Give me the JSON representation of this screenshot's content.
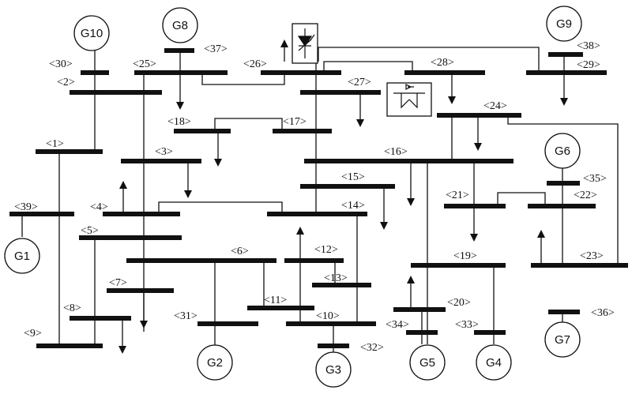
{
  "diagram": {
    "buses": [
      {
        "id": "2",
        "label": "<2>"
      },
      {
        "id": "1",
        "label": "<1>"
      },
      {
        "id": "3",
        "label": "<3>"
      },
      {
        "id": "4",
        "label": "<4>"
      },
      {
        "id": "5",
        "label": "<5>"
      },
      {
        "id": "6",
        "label": "<6>"
      },
      {
        "id": "7",
        "label": "<7>"
      },
      {
        "id": "8",
        "label": "<8>"
      },
      {
        "id": "9",
        "label": "<9>"
      },
      {
        "id": "10",
        "label": "<10>"
      },
      {
        "id": "11",
        "label": "<11>"
      },
      {
        "id": "12",
        "label": "<12>"
      },
      {
        "id": "13",
        "label": "<13>"
      },
      {
        "id": "14",
        "label": "<14>"
      },
      {
        "id": "15",
        "label": "<15>"
      },
      {
        "id": "16",
        "label": "<16>"
      },
      {
        "id": "17",
        "label": "<17>"
      },
      {
        "id": "18",
        "label": "<18>"
      },
      {
        "id": "19",
        "label": "<19>"
      },
      {
        "id": "20",
        "label": "<20>"
      },
      {
        "id": "21",
        "label": "<21>"
      },
      {
        "id": "22",
        "label": "<22>"
      },
      {
        "id": "23",
        "label": "<23>"
      },
      {
        "id": "24",
        "label": "<24>"
      },
      {
        "id": "25",
        "label": "<25>"
      },
      {
        "id": "26",
        "label": "<26>"
      },
      {
        "id": "27",
        "label": "<27>"
      },
      {
        "id": "28",
        "label": "<28>"
      },
      {
        "id": "29",
        "label": "<29>"
      },
      {
        "id": "30",
        "label": "<30>"
      },
      {
        "id": "31",
        "label": "<31>"
      },
      {
        "id": "32",
        "label": "<32>"
      },
      {
        "id": "33",
        "label": "<33>"
      },
      {
        "id": "34",
        "label": "<34>"
      },
      {
        "id": "35",
        "label": "<35>"
      },
      {
        "id": "36",
        "label": "<36>"
      },
      {
        "id": "37",
        "label": "<37>"
      },
      {
        "id": "38",
        "label": "<38>"
      },
      {
        "id": "39",
        "label": "<39>"
      }
    ],
    "generators": [
      {
        "id": "G1",
        "label": "G1"
      },
      {
        "id": "G2",
        "label": "G2"
      },
      {
        "id": "G3",
        "label": "G3"
      },
      {
        "id": "G4",
        "label": "G4"
      },
      {
        "id": "G5",
        "label": "G5"
      },
      {
        "id": "G6",
        "label": "G6"
      },
      {
        "id": "G7",
        "label": "G7"
      },
      {
        "id": "G8",
        "label": "G8"
      },
      {
        "id": "G9",
        "label": "G9"
      },
      {
        "id": "G10",
        "label": "G10"
      }
    ],
    "devices": [
      "thyristor-controlled-device-icon",
      "power-electronic-converter-icon",
      "load-arrow-icon",
      "generation-injection-arrow-icon"
    ]
  }
}
